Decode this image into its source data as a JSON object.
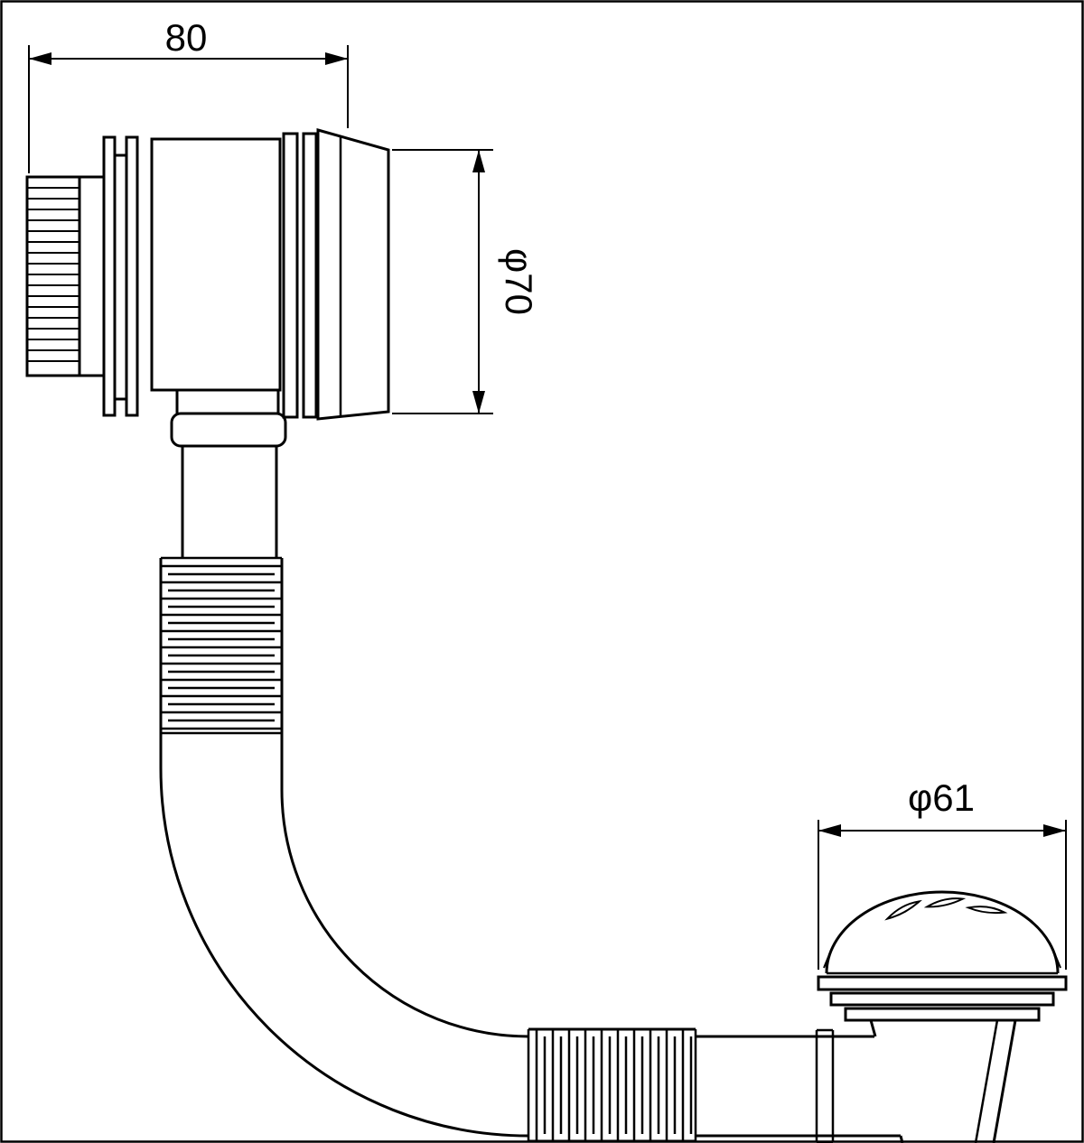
{
  "diagram": {
    "background_color": "#ffffff",
    "line_color": "#000000",
    "dimensions": {
      "overflow_length": {
        "label": "80",
        "orientation": "horizontal"
      },
      "overflow_cover_diameter": {
        "label": "φ70",
        "orientation": "vertical"
      },
      "drain_cover_diameter": {
        "label": "φ61",
        "orientation": "horizontal"
      }
    }
  }
}
